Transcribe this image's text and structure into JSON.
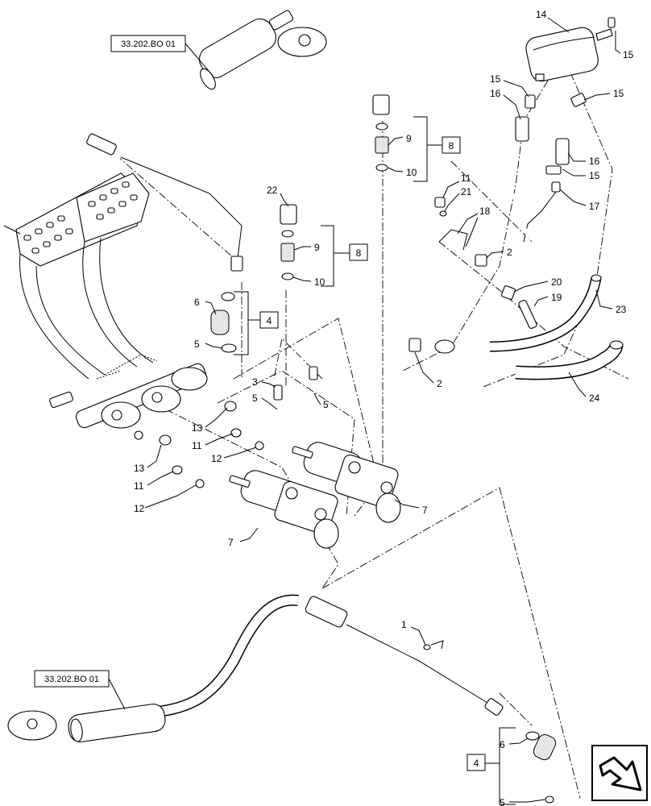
{
  "references": {
    "top": "33.202.BO 01",
    "bottom": "33.202.BO 01"
  },
  "groups": {
    "g8_upper": "8",
    "g8_lower": "8",
    "g4_upper": "4",
    "g4_lower": "4"
  },
  "callouts": {
    "c14": "14",
    "c15a": "15",
    "c15b": "15",
    "c15c": "15",
    "c15d": "15",
    "c16a": "16",
    "c16b": "16",
    "c17": "17",
    "c9a": "9",
    "c10a": "10",
    "c11a": "11",
    "c21": "21",
    "c22": "22",
    "c18": "18",
    "c9b": "9",
    "c10b": "10",
    "c2a": "2",
    "c20": "20",
    "c19": "19",
    "c23": "23",
    "c6a": "6",
    "c5a": "5",
    "c2b": "2",
    "c24": "24",
    "c3": "3",
    "c5b": "5",
    "c5c": "5",
    "c13a": "13",
    "c11b": "11",
    "c12a": "12",
    "c13b": "13",
    "c11c": "11",
    "c12b": "12",
    "c7a": "7",
    "c7b": "7",
    "c1": "1",
    "c6b": "6",
    "c5d": "5"
  },
  "icons": {
    "nav": "next-arrow-icon"
  }
}
